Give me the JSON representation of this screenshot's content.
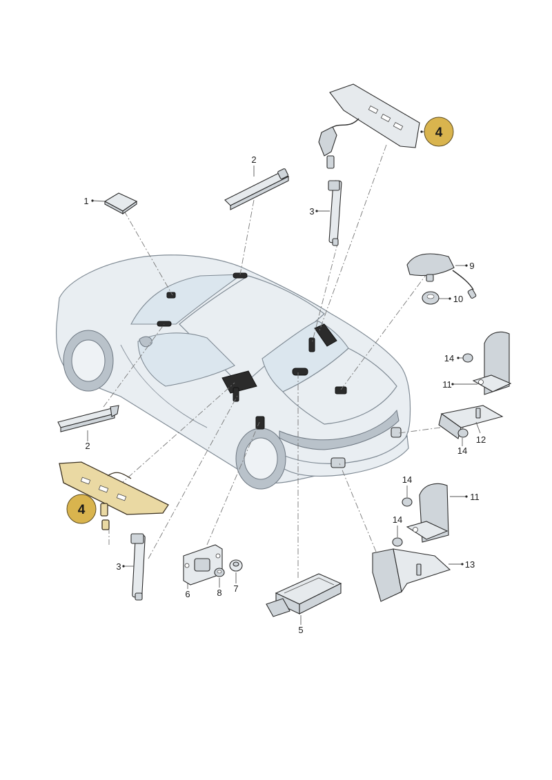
{
  "callouts": {
    "c1": "1",
    "c2a": "2",
    "c2b": "2",
    "c3a": "3",
    "c3b": "3",
    "c4a": "4",
    "c4b": "4",
    "c5": "5",
    "c6": "6",
    "c7": "7",
    "c8": "8",
    "c9": "9",
    "c10": "10",
    "c11a": "11",
    "c11b": "11",
    "c12": "12",
    "c13": "13",
    "c14a": "14",
    "c14b": "14",
    "c14c": "14",
    "c14d": "14"
  },
  "colors": {
    "highlight": "#ead9a3",
    "badge": "#d9b44e"
  }
}
